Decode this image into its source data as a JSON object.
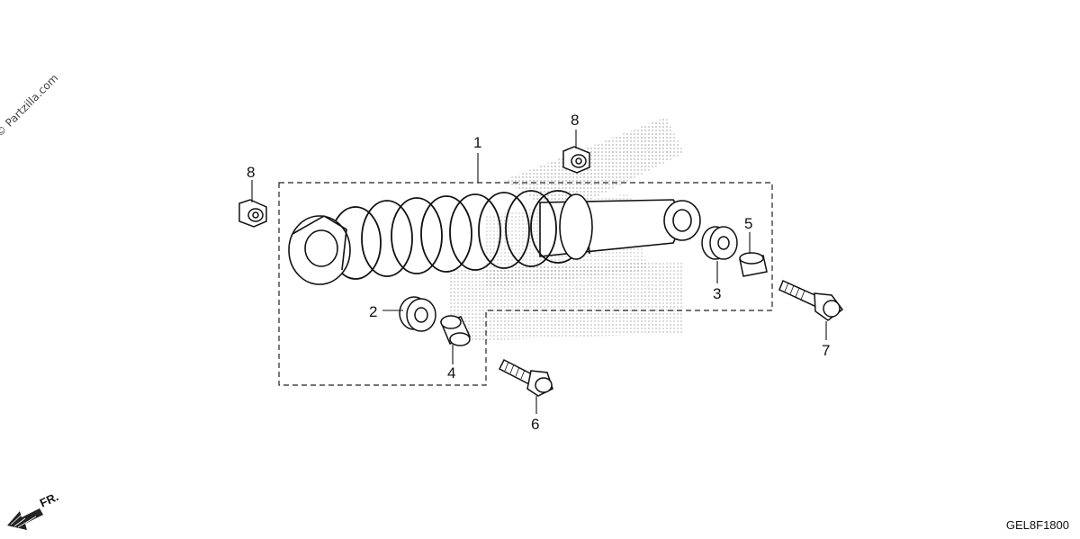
{
  "watermark": "© Partzilla.com",
  "diagram_code": "GEL8F1800",
  "front_label": "FR.",
  "callouts": {
    "c1": "1",
    "c2": "2",
    "c3": "3",
    "c4": "4",
    "c5": "5",
    "c6": "6",
    "c7": "7",
    "c8a": "8",
    "c8b": "8"
  }
}
